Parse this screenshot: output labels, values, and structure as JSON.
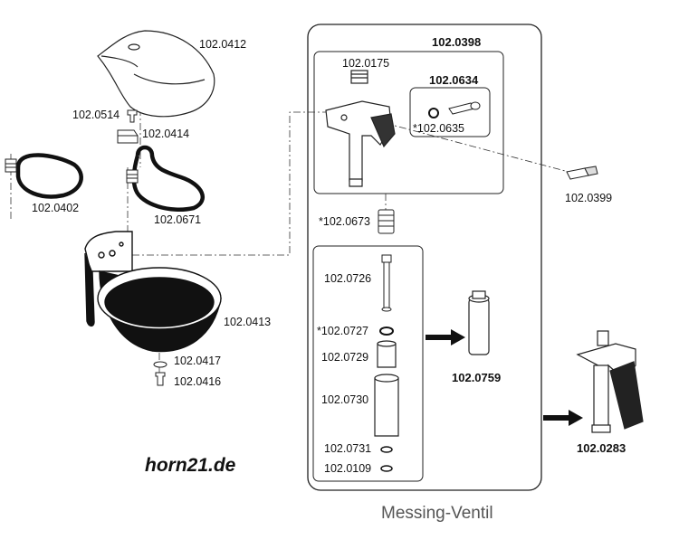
{
  "brand": "horn21.de",
  "caption": "Messing-Ventil",
  "assembly": {
    "main": "102.0398",
    "sub": "102.0634"
  },
  "parts": {
    "bowl_insert": "102.0412",
    "screw_small": "102.0514",
    "clip": "102.0414",
    "ring": "102.0402",
    "bracket": "102.0671",
    "bowl": "102.0413",
    "washer": "102.0417",
    "plug": "102.0416",
    "nipple": "102.0175",
    "oring": "*102.0635",
    "bolt": "102.0399",
    "spring": "*102.0673",
    "pin": "102.0726",
    "seal_ring": "*102.0727",
    "bushing": "102.0729",
    "sleeve": "102.0730",
    "washer2": "102.0731",
    "disc": "102.0109",
    "kit": "102.0759",
    "complete_valve": "102.0283"
  }
}
